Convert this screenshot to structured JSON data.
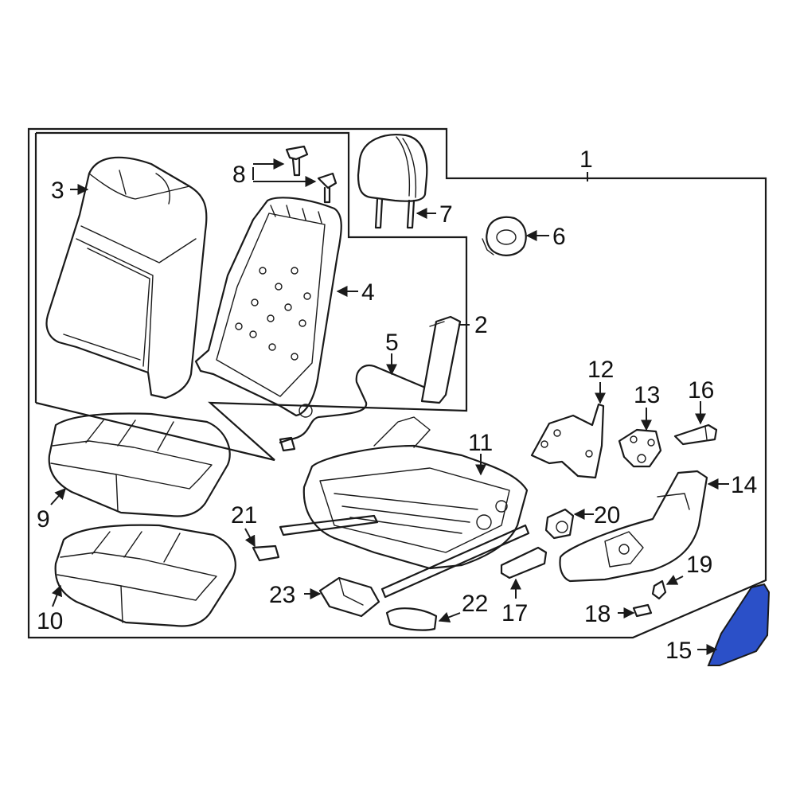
{
  "highlight_color": "#2b50c8",
  "callouts": {
    "c1": "1",
    "c2": "2",
    "c3": "3",
    "c4": "4",
    "c5": "5",
    "c6": "6",
    "c7": "7",
    "c8": "8",
    "c9": "9",
    "c10": "10",
    "c11": "11",
    "c12": "12",
    "c13": "13",
    "c14": "14",
    "c15": "15",
    "c16": "16",
    "c17": "17",
    "c18": "18",
    "c19": "19",
    "c20": "20",
    "c21": "21",
    "c22": "22",
    "c23": "23"
  }
}
